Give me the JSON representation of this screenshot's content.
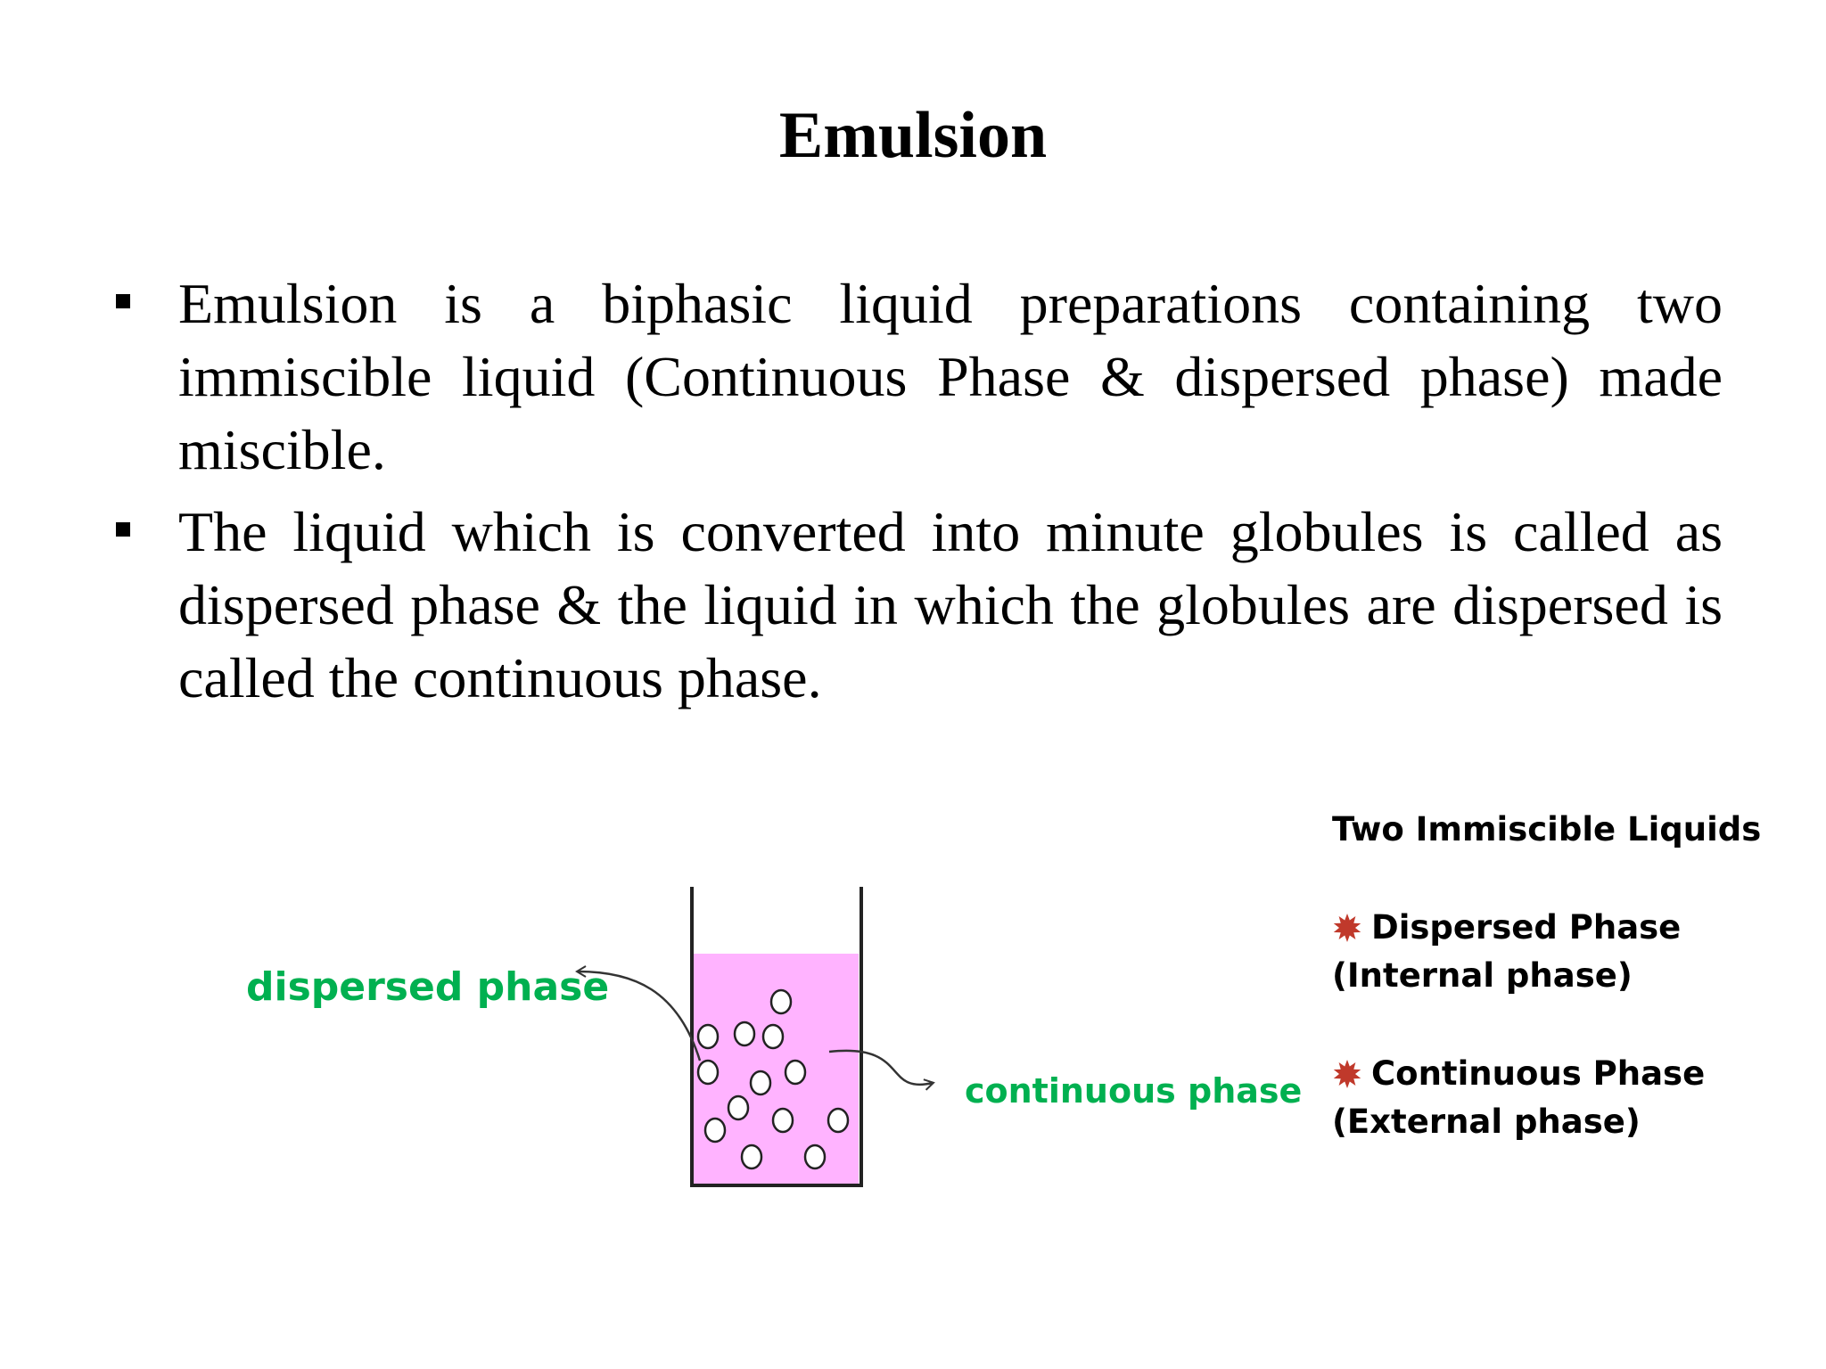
{
  "slide": {
    "title": "Emulsion"
  },
  "bullets": [
    {
      "text": "Emulsion is a biphasic liquid preparations containing two immiscible liquid (Continuous Phase & dispersed phase) made miscible."
    },
    {
      "text": "The liquid which is converted into minute globules is called as dispersed phase & the liquid in which the globules are dispersed is called the continuous phase."
    }
  ],
  "diagram": {
    "dispersed_label": "dispersed phase",
    "continuous_label": "continuous phase",
    "label_color": "#00B050",
    "liquid_color": "#FFB3FF",
    "globule_count": 13
  },
  "legend": {
    "title": "Two Immiscible Liquids",
    "icon": "red-star-burst-icon",
    "icon_color": "#C0392B",
    "dispersed_name": "Dispersed Phase",
    "dispersed_note": "(Internal phase)",
    "continuous_name": "Continuous Phase",
    "continuous_note": "(External phase)"
  }
}
